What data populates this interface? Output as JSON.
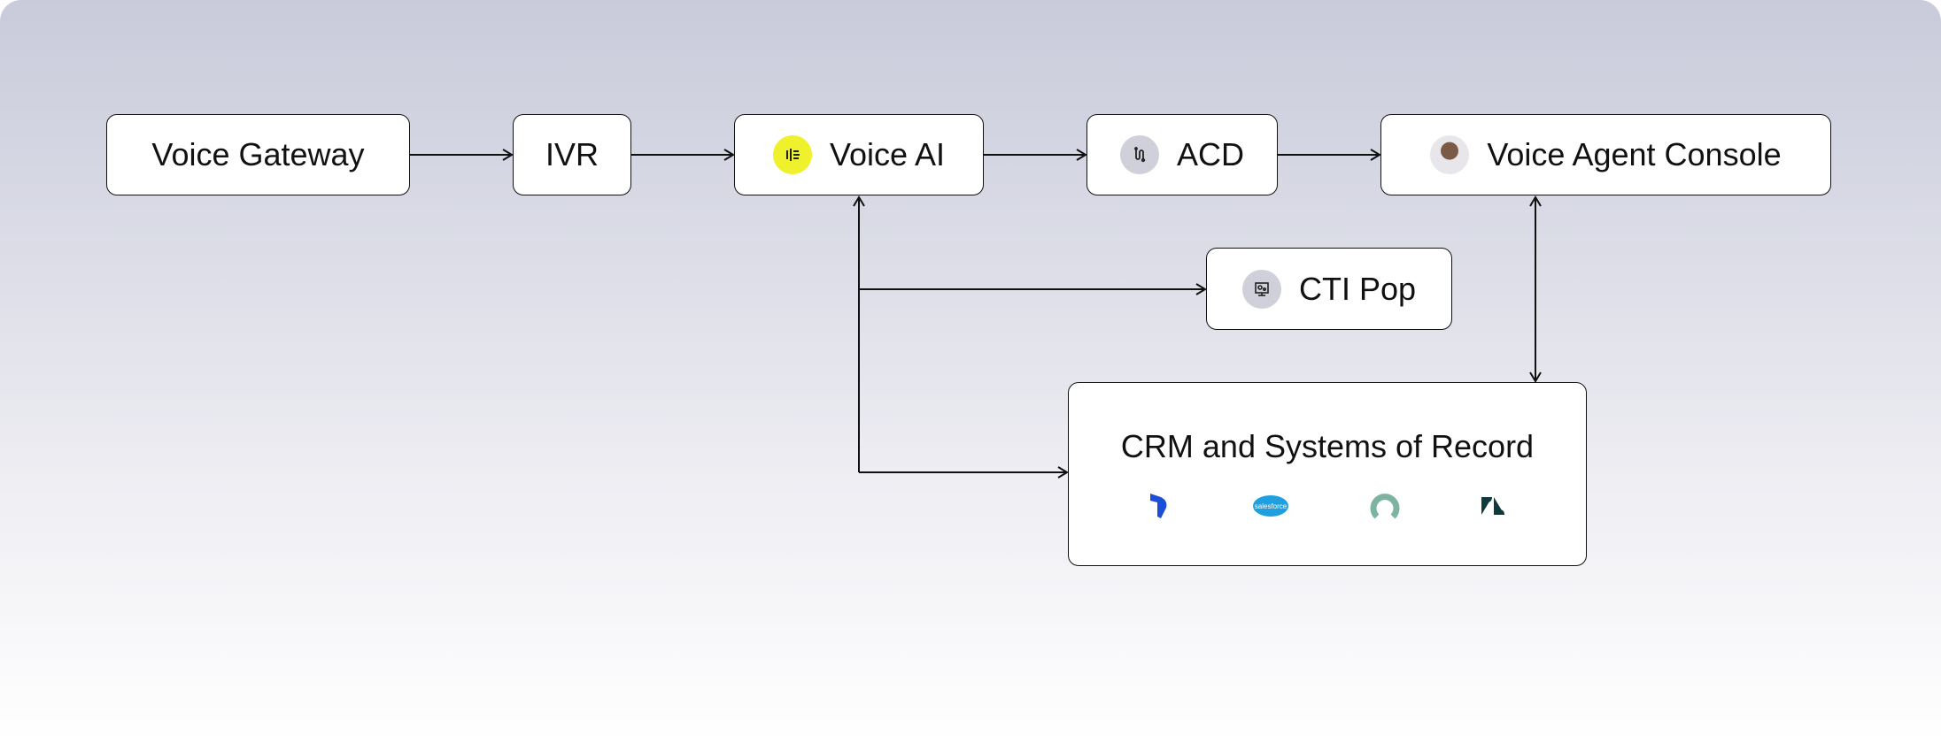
{
  "nodes": {
    "voice_gateway": "Voice Gateway",
    "ivr": "IVR",
    "voice_ai": "Voice AI",
    "acd": "ACD",
    "voice_agent_console": "Voice Agent Console",
    "cti_pop": "CTI Pop",
    "crm": "CRM and Systems of Record"
  },
  "icons": {
    "voice_ai": "voice-ai-logo-icon",
    "acd": "routing-icon",
    "voice_agent_console": "agent-avatar",
    "cti_pop": "monitor-settings-icon",
    "crm_logos": [
      "microsoft-dynamics-logo",
      "salesforce-logo",
      "gladly-logo",
      "zendesk-logo"
    ]
  },
  "salesforce_logo_text": "salesforce",
  "colors": {
    "voice_ai_accent": "#eef12c",
    "icon_bg": "#cfd0da",
    "dynamics": "#1c4fd8",
    "salesforce": "#1ea0e0",
    "gladly": "#7db3a1",
    "zendesk": "#0f3a3c"
  }
}
